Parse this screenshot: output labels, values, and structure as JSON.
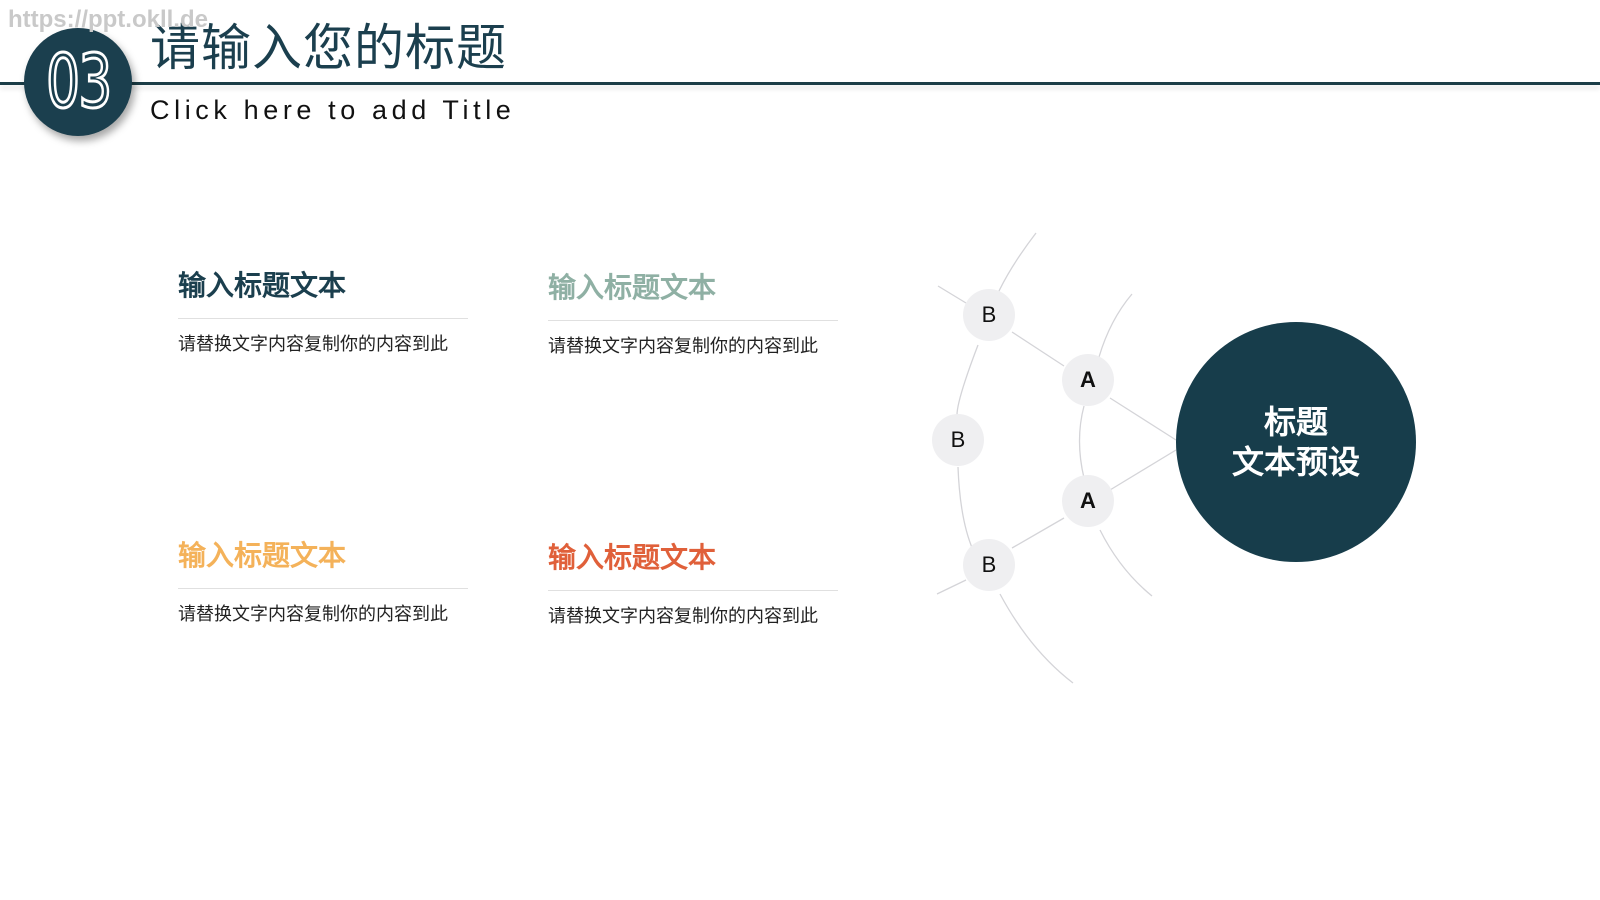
{
  "watermark": "https://ppt.okll.de",
  "header": {
    "badge_number": "03",
    "title_cn": "请输入您的标题",
    "title_en": "Click here to add Title",
    "accent_color": "#1b3f4e"
  },
  "cards": [
    {
      "title": "输入标题文本",
      "text": "请替换文字内容复制你的内容到此",
      "color": "#1b3f4e"
    },
    {
      "title": "输入标题文本",
      "text": "请替换文字内容复制你的内容到此",
      "color": "#8fb0a4"
    },
    {
      "title": "输入标题文本",
      "text": "请替换文字内容复制你的内容到此",
      "color": "#f4b25a"
    },
    {
      "title": "输入标题文本",
      "text": "请替换文字内容复制你的内容到此",
      "color": "#e0603a"
    }
  ],
  "diagram": {
    "center": {
      "line1": "标题",
      "line2": "文本预设",
      "color": "#173d4b"
    },
    "nodes_b": [
      "B",
      "B",
      "B"
    ],
    "nodes_a": [
      "A",
      "A"
    ]
  }
}
